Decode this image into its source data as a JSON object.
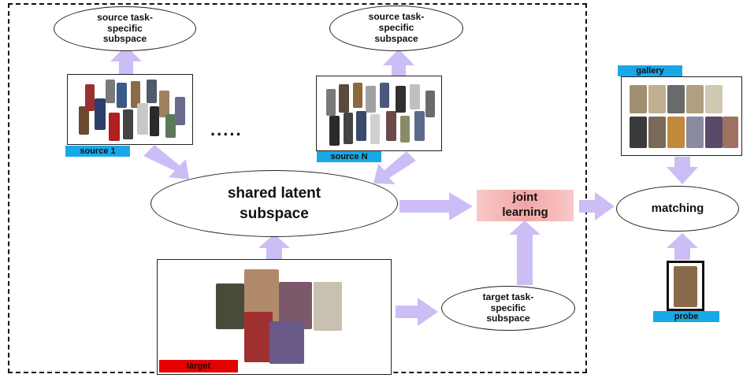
{
  "diagram": {
    "source_task_subspace_1": "source task-\nspecific\nsubspace",
    "source_task_subspace_n": "source task-\nspecific\nsubspace",
    "source_1_label": "source  1",
    "source_n_label": "source  N",
    "ellipsis": ".....",
    "shared_latent_subspace": "shared latent\nsubspace",
    "joint_learning": "joint\nlearning",
    "target_task_subspace": "target task-\nspecific\nsubspace",
    "target_label": "target",
    "gallery_label": "gallery",
    "matching": "matching",
    "probe_label": "probe"
  },
  "colors": {
    "arrow": "#c9b8f5",
    "tag_blue": "#18a8e8",
    "tag_red": "#e60000",
    "joint_bg": "#f2a6a6"
  }
}
